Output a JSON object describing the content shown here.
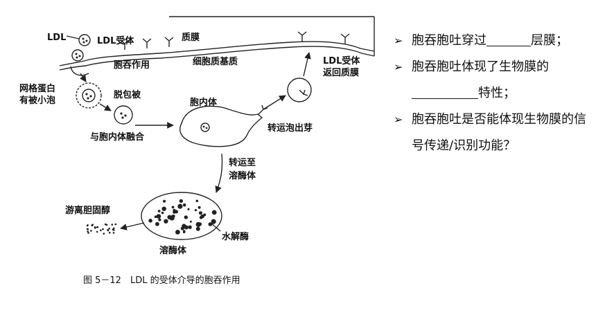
{
  "diagram": {
    "labels": {
      "ldl": "LDL",
      "ldl_receptor": "LDL受体",
      "membrane": "质膜",
      "endocytosis": "胞吞作用",
      "cytoplasm": "细胞质基质",
      "receptor_return_1": "LDL受体",
      "receptor_return_2": "返回质膜",
      "coated_vesicle_1": "网格蛋白",
      "coated_vesicle_2": "有被小泡",
      "uncoat": "脱包被",
      "fuse": "与胞内体融合",
      "endosome": "胞内体",
      "budding": "转运泡出芽",
      "to_lysosome_1": "转运至",
      "to_lysosome_2": "溶酶体",
      "free_cholesterol": "游离胆固醇",
      "hydrolase": "水解酶",
      "lysosome": "溶酶体"
    },
    "caption": "图 5－12　LDL 的受体介导的胞吞作用"
  },
  "questions": [
    {
      "before": "胞吞胞吐穿过",
      "after": "层膜；"
    },
    {
      "before": "胞吞胞吐体现了生物膜的",
      "after": "特性；"
    },
    {
      "before": "胞吞胞吐是否能体现生物膜的信号传递/识别功能？",
      "after": ""
    }
  ],
  "icons": {
    "bullet": "arrowhead-bullet-icon"
  }
}
